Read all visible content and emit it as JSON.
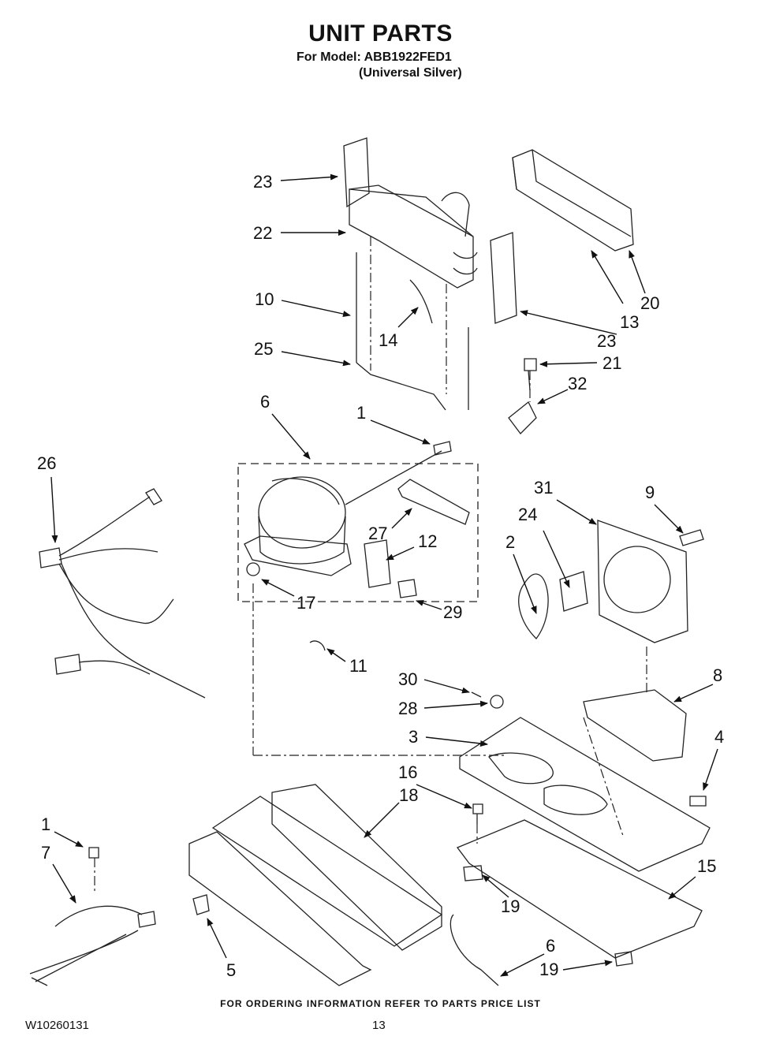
{
  "header": {
    "title": "UNIT PARTS",
    "model_line": "For Model: ABB1922FED1",
    "color_line": "(Universal Silver)"
  },
  "callouts": [
    "23",
    "22",
    "10",
    "25",
    "14",
    "23",
    "13",
    "20",
    "21",
    "32",
    "6",
    "1",
    "26",
    "27",
    "12",
    "17",
    "29",
    "31",
    "9",
    "24",
    "2",
    "11",
    "30",
    "28",
    "3",
    "8",
    "4",
    "16",
    "18",
    "1",
    "7",
    "19",
    "15",
    "5",
    "6",
    "19"
  ],
  "footer": {
    "order_note": "FOR ORDERING INFORMATION REFER TO PARTS PRICE LIST",
    "document_number": "W10260131",
    "page_number": "13"
  }
}
